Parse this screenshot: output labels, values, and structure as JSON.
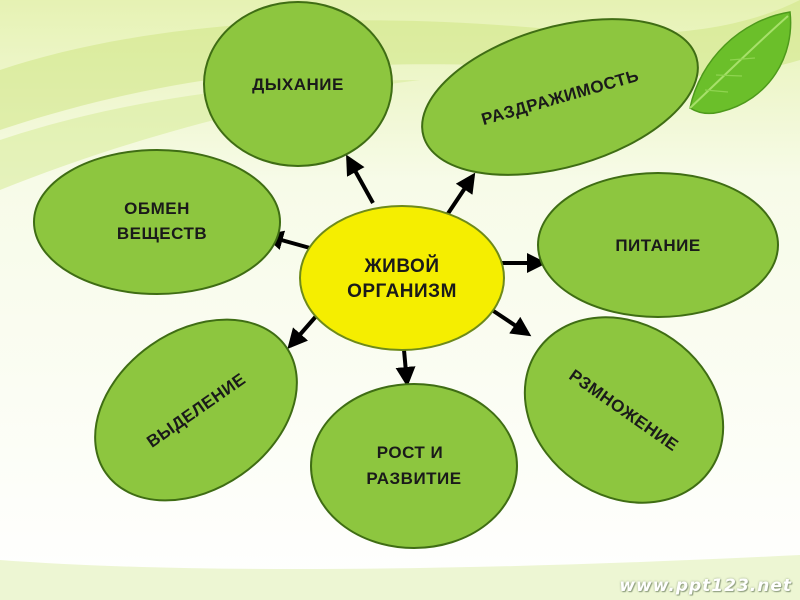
{
  "diagram": {
    "center": {
      "lines": [
        "ЖИВОЙ",
        "ОРГАНИЗМ"
      ]
    },
    "nodes": [
      {
        "id": "breathing",
        "lines": [
          "ДЫХАНИЕ"
        ]
      },
      {
        "id": "irritability",
        "lines": [
          "РАЗДРАЖИМОСТЬ"
        ]
      },
      {
        "id": "metabolism",
        "lines": [
          "ОБМЕН",
          "ВЕЩЕСТВ"
        ]
      },
      {
        "id": "nutrition",
        "lines": [
          "ПИТАНИЕ"
        ]
      },
      {
        "id": "excretion",
        "lines": [
          "ВЫДЕЛЕНИЕ"
        ]
      },
      {
        "id": "growth",
        "lines": [
          "РОСТ И",
          "РАЗВИТИЕ"
        ]
      },
      {
        "id": "reproduction",
        "lines": [
          "РЗМНОЖЕНИЕ"
        ]
      }
    ]
  },
  "colors": {
    "petal_fill": "#8dc63f",
    "petal_stroke": "#3f6d14",
    "center_fill": "#f5ee00",
    "center_stroke": "#6e8a1a",
    "arrow": "#000000",
    "bg_green": "#c5e07a",
    "leaf": "#6bbf2a"
  },
  "decor": {
    "leaf_icon": "leaf-icon"
  },
  "watermark": "www.ppt123.net"
}
